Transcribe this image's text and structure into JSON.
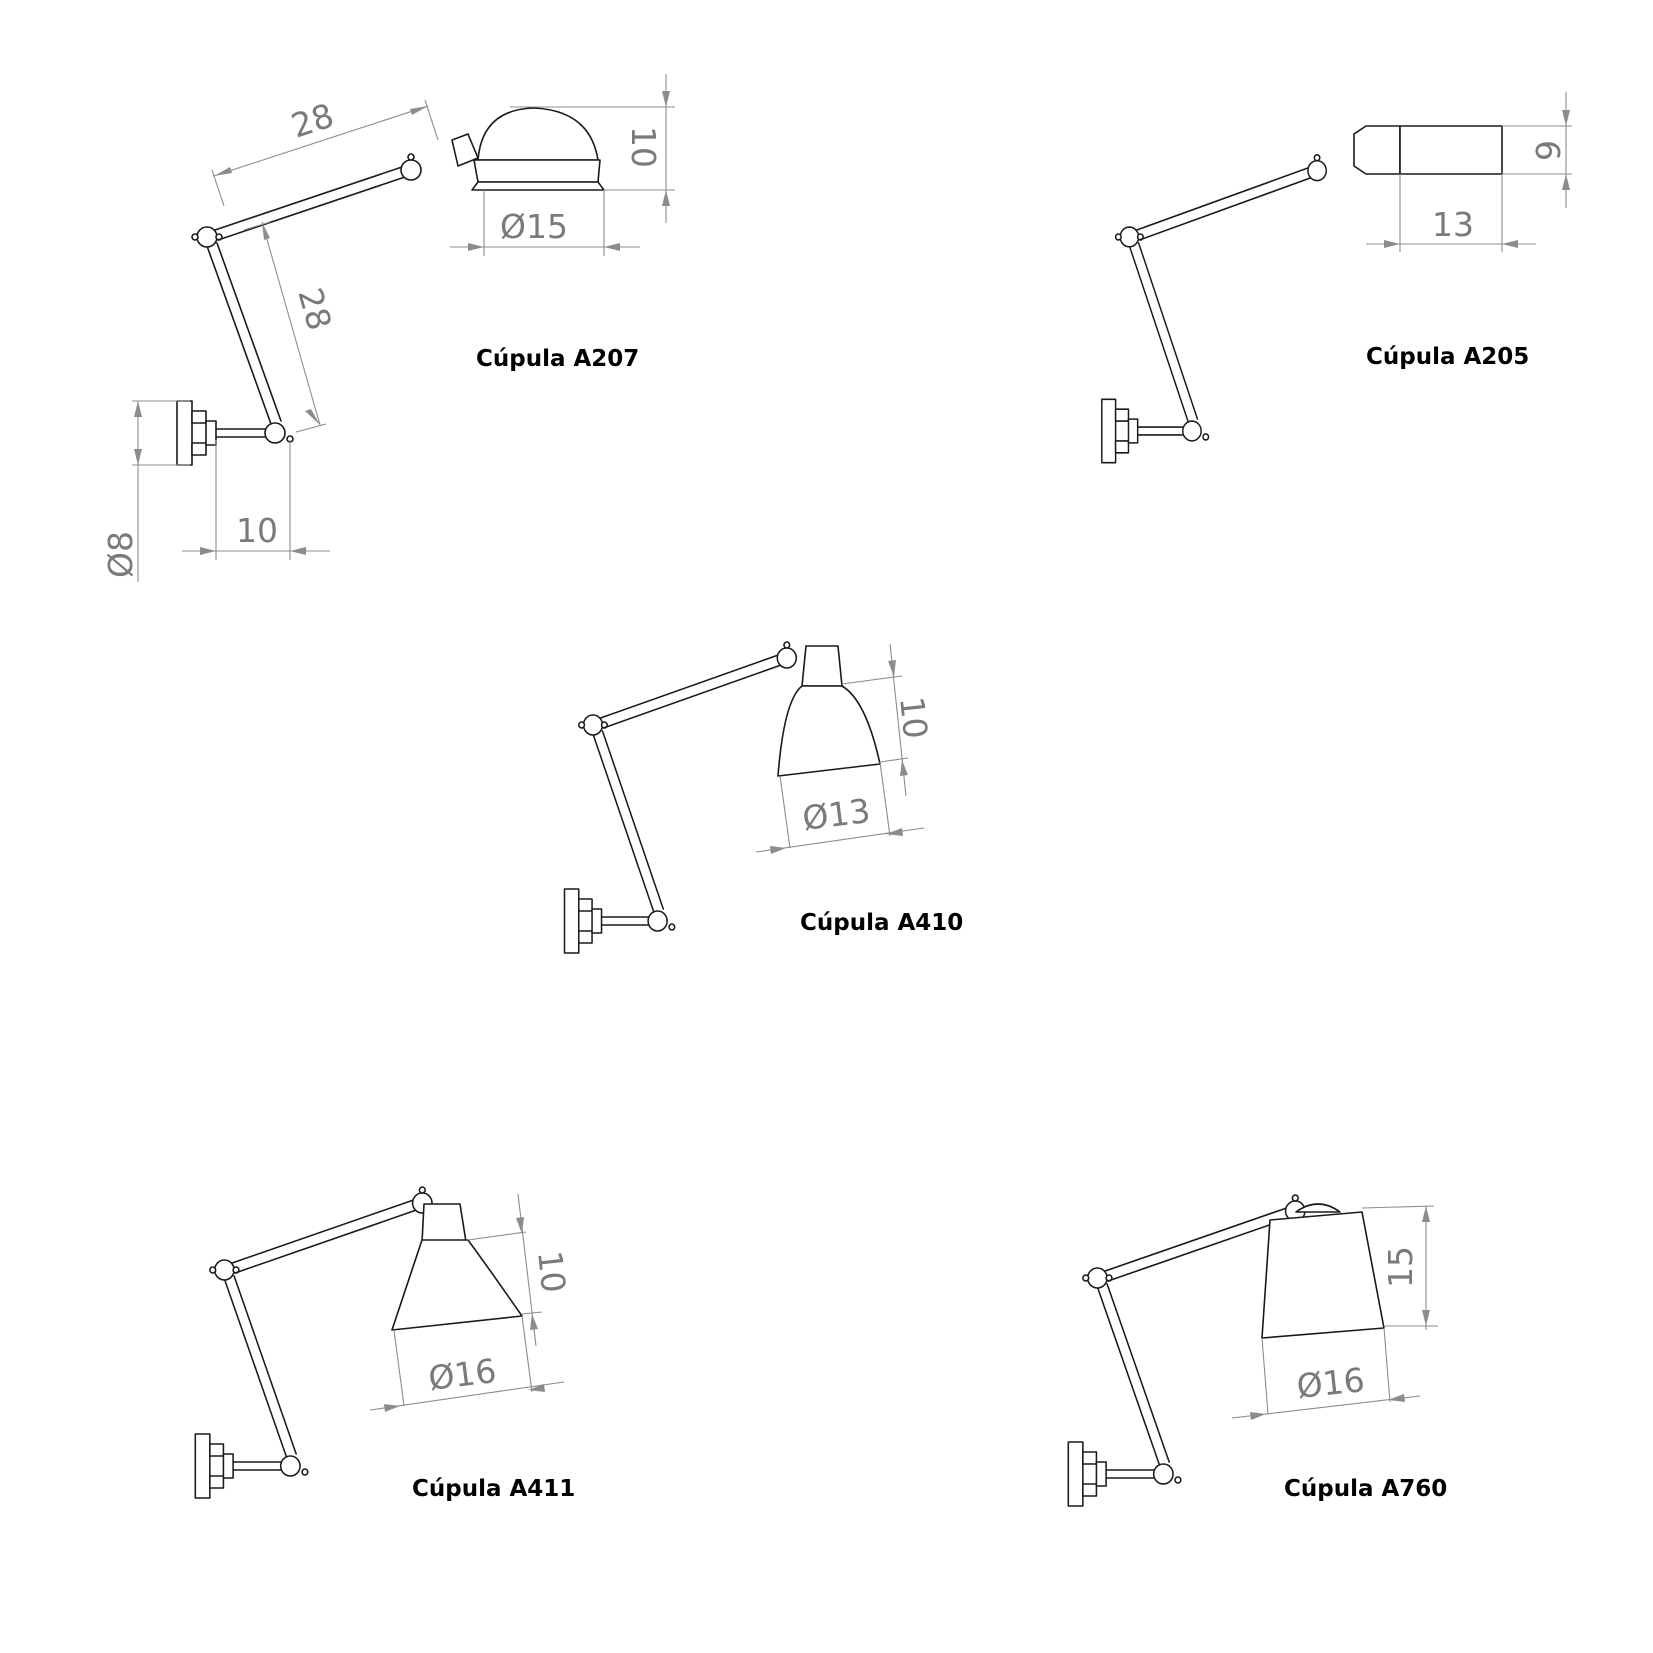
{
  "lamps": [
    {
      "id": "a207",
      "caption": "Cúpula A207",
      "dims": {
        "upper_arm": "28",
        "lower_arm": "28",
        "shade_height": "10",
        "shade_diameter": "Ø15",
        "base_diameter": "Ø8",
        "base_offset": "10"
      }
    },
    {
      "id": "a205",
      "caption": "Cúpula A205",
      "dims": {
        "shade_height": "6",
        "shade_length": "13"
      }
    },
    {
      "id": "a410",
      "caption": "Cúpula A410",
      "dims": {
        "shade_height": "10",
        "shade_diameter": "Ø13"
      }
    },
    {
      "id": "a411",
      "caption": "Cúpula A411",
      "dims": {
        "shade_height": "10",
        "shade_diameter": "Ø16"
      }
    },
    {
      "id": "a760",
      "caption": "Cúpula A760",
      "dims": {
        "shade_height": "15",
        "shade_diameter": "Ø16"
      }
    }
  ],
  "colors": {
    "line": "#1a1a1a",
    "dimension": "#8c8c8c",
    "caption": "#000000"
  }
}
